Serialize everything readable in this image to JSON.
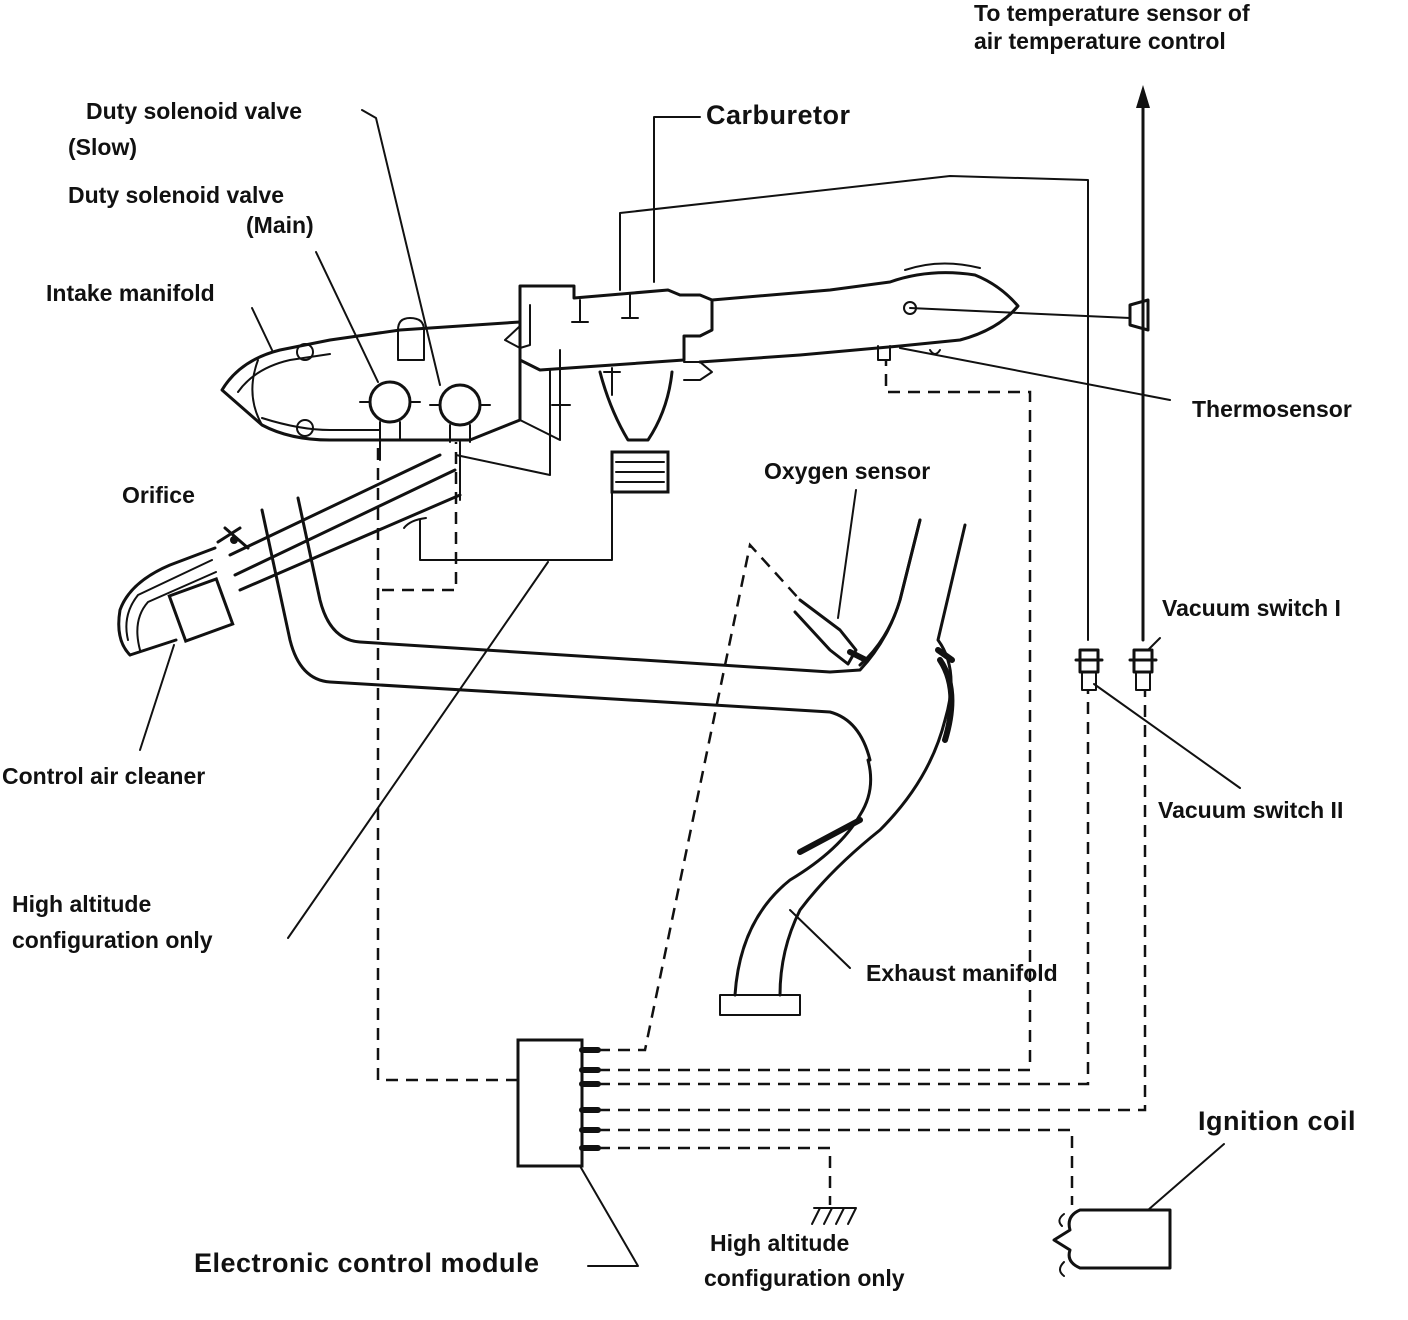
{
  "labels": {
    "temp_sensor": "To temperature sensor of",
    "temp_sensor_2": "air temperature control",
    "duty_slow": "Duty solenoid valve",
    "duty_slow_2": "(Slow)",
    "carburetor": "Carburetor",
    "duty_main": "Duty solenoid valve",
    "duty_main_2": "(Main)",
    "intake_manifold": "Intake manifold",
    "thermosensor": "Thermosensor",
    "oxygen_sensor": "Oxygen sensor",
    "orifice": "Orifice",
    "vacuum_switch_1": "Vacuum switch I",
    "control_air_cleaner": "Control air cleaner",
    "vacuum_switch_2": "Vacuum switch II",
    "high_altitude_left": "High altitude",
    "high_altitude_left_2": "configuration only",
    "exhaust_manifold": "Exhaust manifold",
    "ignition_coil": "Ignition coil",
    "ecm": "Electronic control module",
    "high_altitude_bottom": "High altitude",
    "high_altitude_bottom_2": "configuration only"
  }
}
